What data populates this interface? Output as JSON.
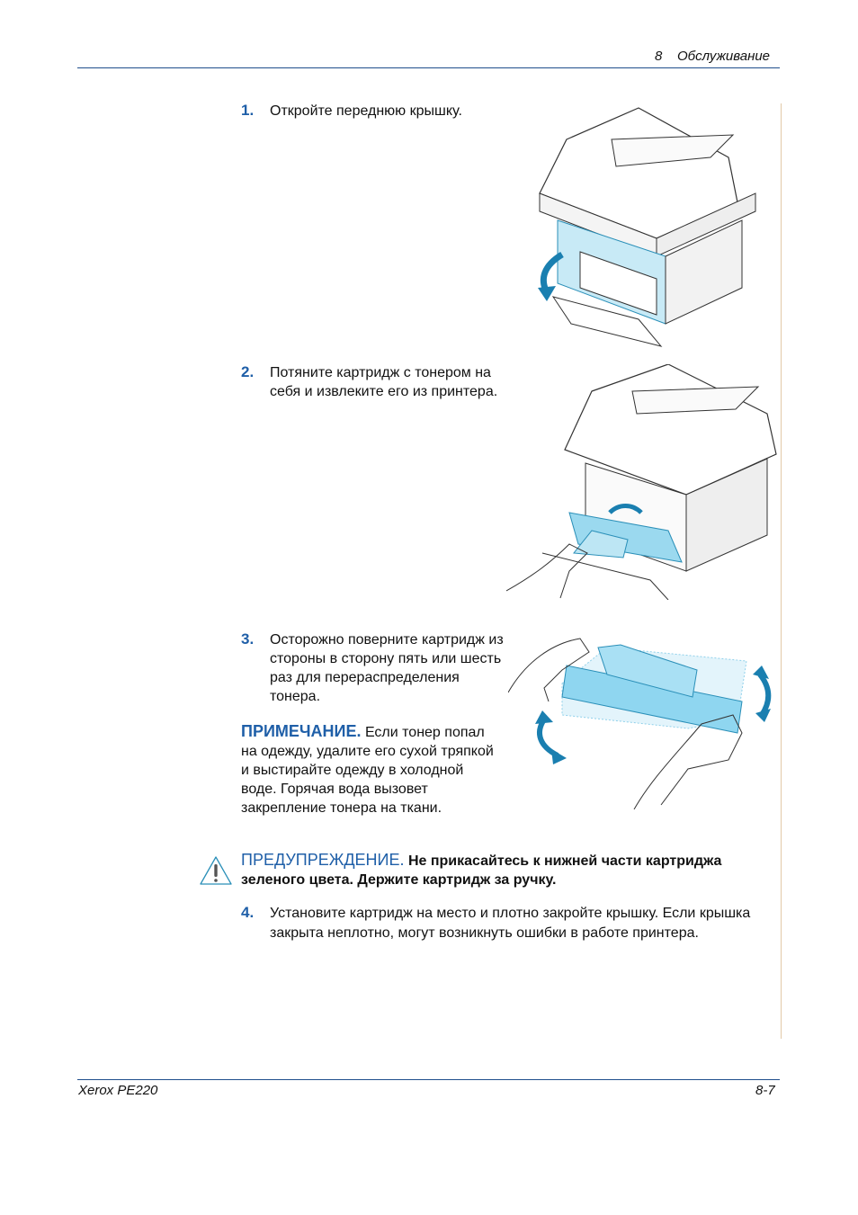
{
  "header": {
    "chapter_number": "8",
    "chapter_title": "Обслуживание"
  },
  "steps": [
    {
      "number": "1.",
      "text": "Откройте переднюю крышку."
    },
    {
      "number": "2.",
      "text": "Потяните картридж с тонером на себя и извлеките его из принтера."
    },
    {
      "number": "3.",
      "text": "Осторожно поверните картридж из стороны в сторону пять или шесть раз для перераспределения тонера."
    },
    {
      "number": "4.",
      "text": "Установите картридж на место и плотно закройте крышку. Если крышка закрыта неплотно, могут возникнуть ошибки в работе принтера."
    }
  ],
  "note": {
    "label": "ПРИМЕЧАНИЕ.",
    "text": "Если тонер попал на одежду, удалите его сухой тряпкой и выстирайте одежду в холодной воде. Горячая вода вызовет закрепление тонера на ткани."
  },
  "warning": {
    "label": "ПРЕДУПРЕЖДЕНИЕ.",
    "text": "Не прикасайтесь к нижней части картриджа зеленого цвета. Держите картридж за ручку."
  },
  "footer": {
    "product": "Xerox PE220",
    "page": "8-7"
  },
  "colors": {
    "accent": "#1f5fa8",
    "illustration_blue": "#6cc8e8"
  }
}
